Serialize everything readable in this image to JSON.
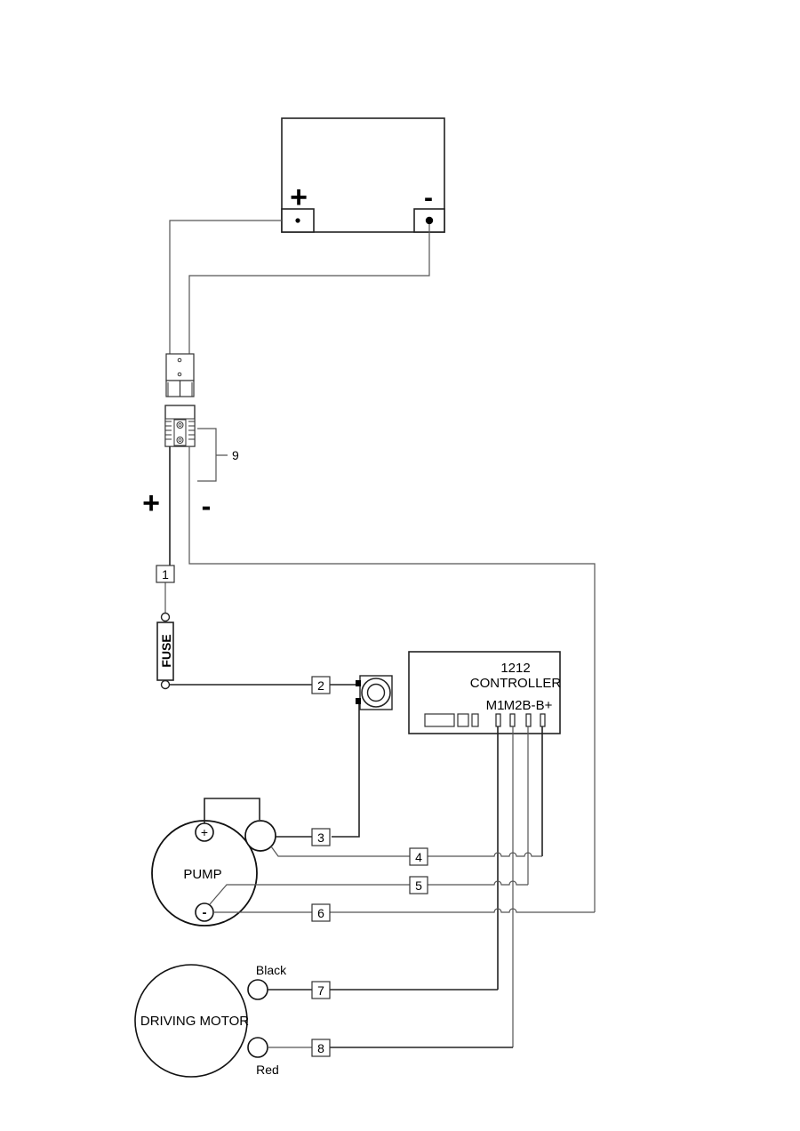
{
  "diagram": {
    "battery": {
      "positive_sign": "+",
      "negative_sign": "-"
    },
    "polarity": {
      "positive": "+",
      "negative": "-"
    },
    "connector_label": "9",
    "fuse_label": "FUSE",
    "controller": {
      "model": "1212",
      "name": "CONTROLLER",
      "terminals": [
        "M1",
        "M2",
        "B-",
        "B+"
      ]
    },
    "pump": {
      "label": "PUMP",
      "plus": "+",
      "minus": "-"
    },
    "motor": {
      "label": "DRIVING MOTOR",
      "black": "Black",
      "red": "Red"
    },
    "wire_tags": [
      "1",
      "2",
      "3",
      "4",
      "5",
      "6",
      "7",
      "8"
    ]
  }
}
